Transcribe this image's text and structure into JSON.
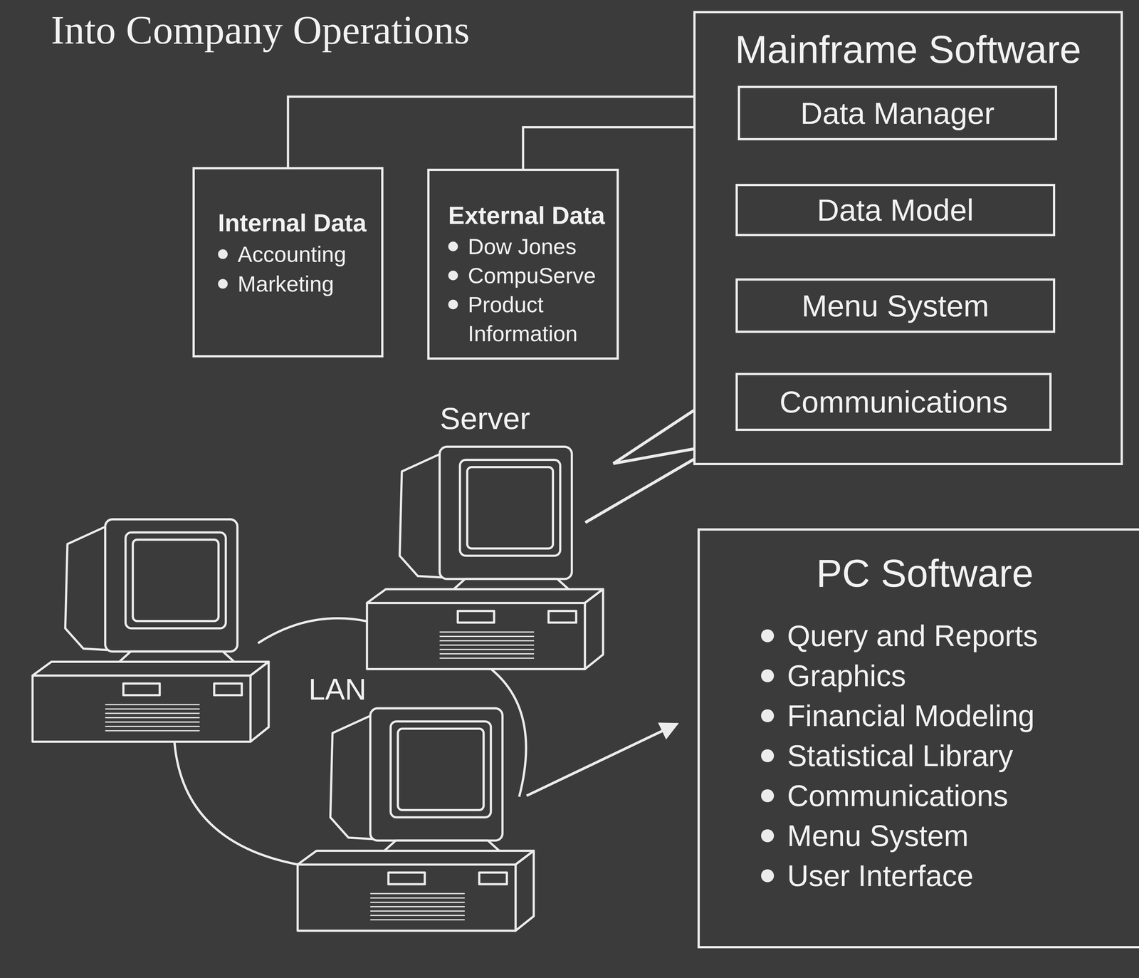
{
  "diagram": {
    "title": "Into Company Operations",
    "nodes": [
      {
        "text": [
          "Mainframe Software"
        ]
      },
      {
        "text": [
          "Data Manager"
        ],
        "in": 0
      },
      {
        "text": [
          "Data Model"
        ],
        "in": 0
      },
      {
        "text": [
          "Menu System"
        ],
        "in": 0
      },
      {
        "text": [
          "Communications"
        ],
        "in": 0
      },
      {
        "text": [
          "Internal Data",
          "Accounting",
          "Marketing"
        ]
      },
      {
        "text": [
          "External Data",
          "Dow Jones",
          "CompuServe",
          "Product Information"
        ]
      },
      {
        "text": [
          "Server"
        ]
      },
      {
        "text": [
          "PC Software",
          "Query and Reports",
          "Graphics",
          "Financial Modeling",
          "Statistical Library",
          "Communications",
          "Menu System",
          "User Interface"
        ]
      }
    ],
    "edges": [
      {
        "from": 5,
        "to": 1,
        "arrow": "to"
      },
      {
        "from": 6,
        "to": 1,
        "arrow": "to"
      },
      {
        "from": 1,
        "to": 2,
        "arrow": "to"
      },
      {
        "from": 2,
        "to": 3,
        "arrow": "to"
      },
      {
        "from": 3,
        "to": 4,
        "arrow": "to"
      },
      {
        "from": 4,
        "to": 7,
        "arrow": "none"
      }
    ],
    "labels": [
      "LAN"
    ]
  }
}
